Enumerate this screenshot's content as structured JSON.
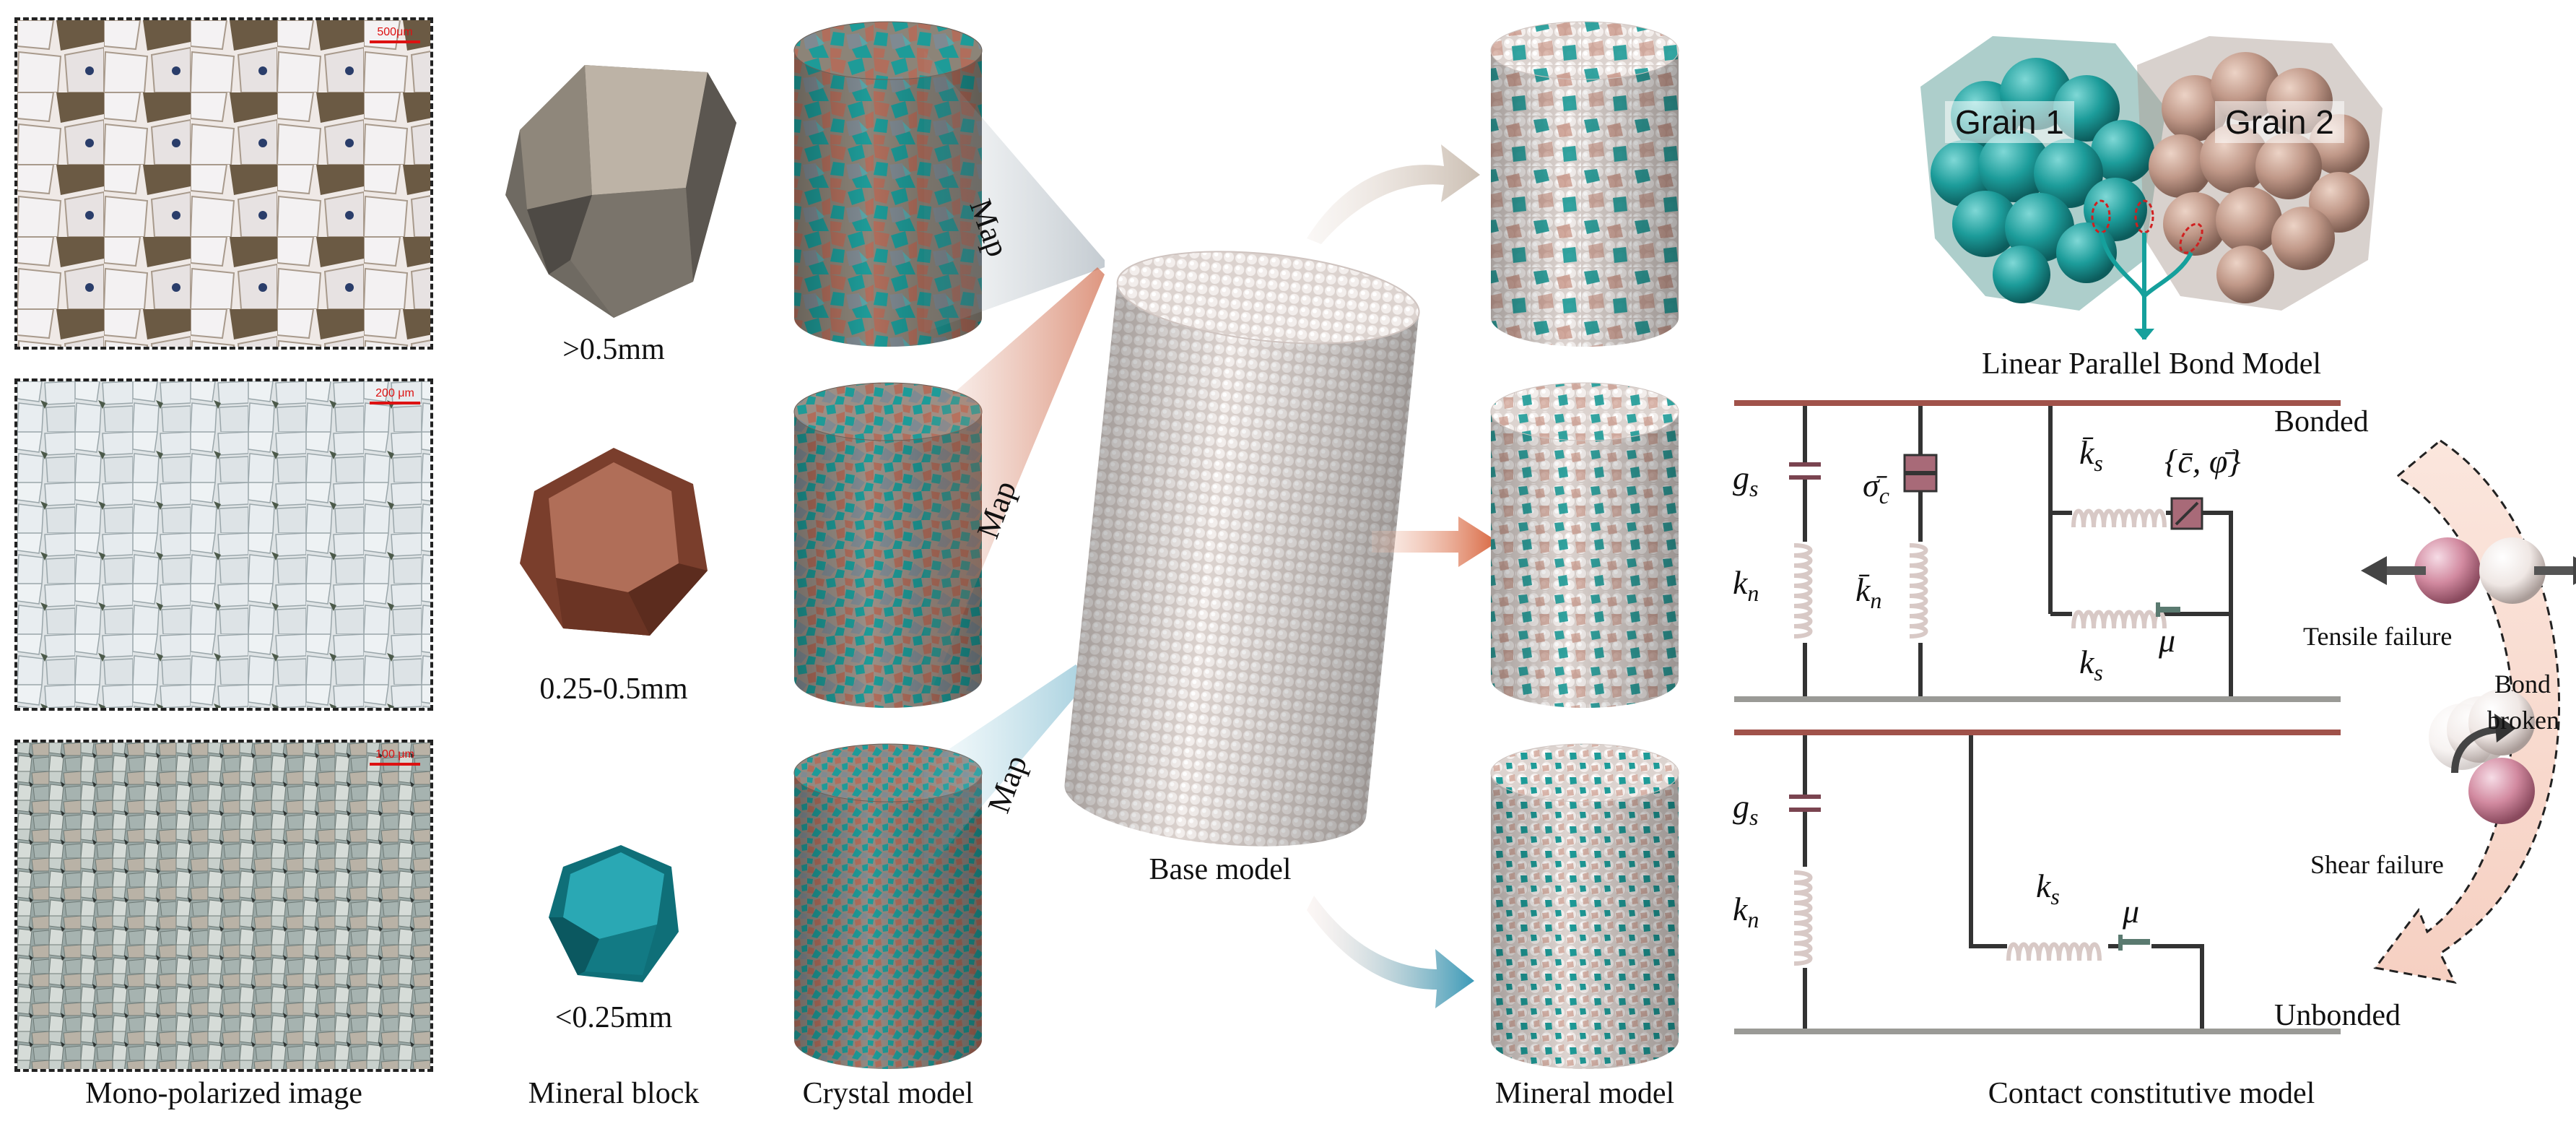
{
  "column_captions": {
    "mono": "Mono-polarized image",
    "block": "Mineral block",
    "crystal": "Crystal model",
    "base": "Base model",
    "mineral": "Mineral model",
    "contact": "Contact constitutive model"
  },
  "scale_bars": [
    "500μm",
    "200 μm",
    "100 μm"
  ],
  "block_sizes": [
    ">0.5mm",
    "0.25-0.5mm",
    "<0.25mm"
  ],
  "map_label": "Map",
  "bond_model": {
    "title": "Linear Parallel Bond Model",
    "grain1": "Grain 1",
    "grain2": "Grain 2"
  },
  "constitutive": {
    "bonded": "Bonded",
    "unbonded": "Unbonded",
    "tensile": "Tensile failure",
    "shear": "Shear failure",
    "bond_broken_1": "Bond",
    "bond_broken_2": "broken",
    "g_s": "g",
    "g_s_sub": "s",
    "k_n": "k",
    "k_n_sub": "n",
    "sigma_c": "σ̄",
    "sigma_c_sub": "c",
    "kbar_n": "k̄",
    "kbar_n_sub": "n",
    "kbar_s": "k̄",
    "kbar_s_sub": "s",
    "k_s": "k",
    "k_s_sub": "s",
    "cphi": "{c̄, φ̄}",
    "mu": "μ"
  },
  "colors": {
    "teal": "#1a9a9a",
    "copper": "#b57060",
    "grey": "#7a7468",
    "bar": "#a0524a"
  }
}
